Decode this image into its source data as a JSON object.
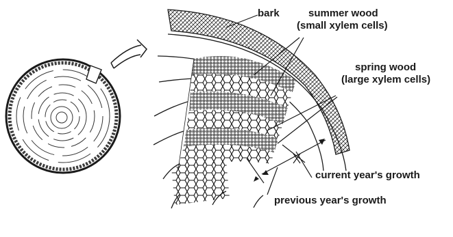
{
  "labels": {
    "bark": "bark",
    "summer_wood": "summer wood",
    "summer_wood_sub": "(small xylem cells)",
    "spring_wood": "spring wood",
    "spring_wood_sub": "(large xylem cells)",
    "current_growth": "current year's growth",
    "previous_growth": "previous year's growth"
  },
  "colors": {
    "ink": "#1a1a1a",
    "background": "#ffffff"
  }
}
